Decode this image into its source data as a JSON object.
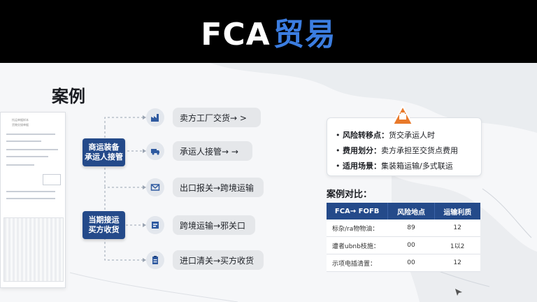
{
  "header": {
    "title_main": "FCA",
    "title_accent": "贸易"
  },
  "section_title": "案例",
  "document": {
    "line1": "托运单据样本",
    "line2": "货物交接单据"
  },
  "stages": [
    {
      "line1": "商运装备",
      "line2": "承运人接管"
    },
    {
      "line1": "当期接运",
      "line2": "买方收货"
    }
  ],
  "steps": [
    {
      "text": "卖方工厂交货→  >",
      "icon": "factory-icon"
    },
    {
      "text": "承运人接管→ →",
      "icon": "truck-icon"
    },
    {
      "text": "出口报关→跨境运输",
      "icon": "mail-icon"
    },
    {
      "text": "跨境运输→邪关口",
      "icon": "document-icon"
    },
    {
      "text": "进口清关→买方收货",
      "icon": "clipboard-icon"
    }
  ],
  "info": [
    {
      "key": "风险转移点：",
      "value": "货交承运人时"
    },
    {
      "key": "费用划分：",
      "value": "卖方承担至交货点费用"
    },
    {
      "key": "适用场景：",
      "value": "集装箱运输/多式联运"
    }
  ],
  "comparison": {
    "title": "案例对比：",
    "headers": [
      "FCA→ FOFB",
      "风险地点",
      "运输利质"
    ],
    "rows": [
      [
        "标杂/ra物物油：",
        "89",
        "12"
      ],
      [
        "遭者ubnb枝施：",
        "00",
        "1以2"
      ],
      [
        "示项电插清置：",
        "00",
        "12"
      ]
    ]
  },
  "colors": {
    "accent": "#3b7de0",
    "stage_bg": "#244a8a",
    "warn": "#e8792a"
  }
}
